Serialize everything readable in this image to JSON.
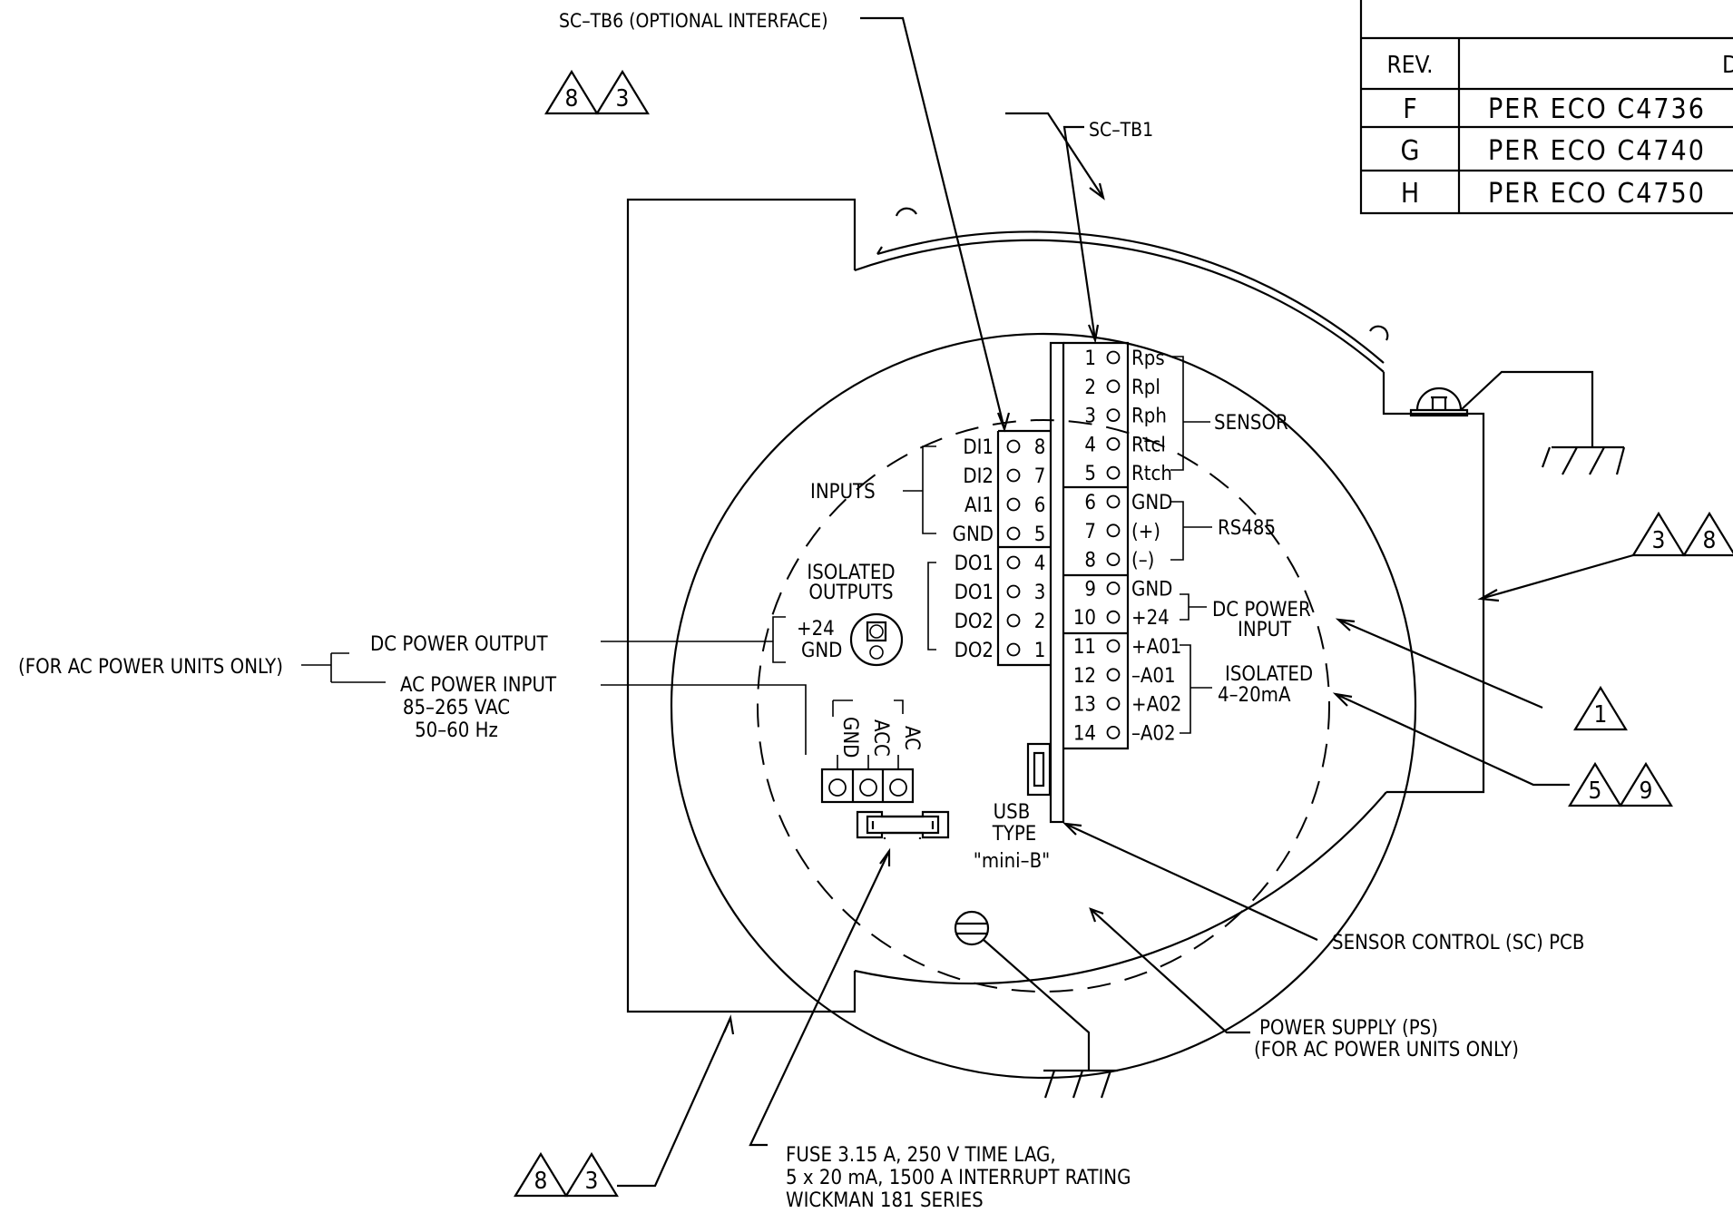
{
  "labels": {
    "sc_tb6": "SC–TB6 (OPTIONAL INTERFACE)",
    "sc_tb1": "SC–TB1",
    "sensor": "SENSOR",
    "rs485": "RS485",
    "dc_power_input_1": "DC POWER",
    "dc_power_input_2": "INPUT",
    "isolated_4_20_1": "ISOLATED",
    "isolated_4_20_2": "4–20mA",
    "inputs": "INPUTS",
    "isolated_outputs_1": "ISOLATED",
    "isolated_outputs_2": "OUTPUTS",
    "for_ac_units": "(FOR AC POWER UNITS ONLY)",
    "dc_power_output": "DC POWER OUTPUT",
    "ac_power_input": "AC POWER INPUT",
    "vac": "85–265 VAC",
    "hz": "50–60 Hz",
    "plus24": "+24",
    "gnd": "GND",
    "usb_1": "USB",
    "usb_2": "TYPE",
    "usb_3": "\"mini–B\"",
    "sc_pcb": "SENSOR CONTROL (SC) PCB",
    "ps_1": "POWER SUPPLY (PS)",
    "ps_2": "(FOR AC POWER UNITS ONLY)",
    "fuse_1": "FUSE 3.15 A, 250 V TIME LAG,",
    "fuse_2": "5 x 20 mA, 1500 A INTERRUPT RATING",
    "fuse_3": "WICKMAN 181 SERIES"
  },
  "power_terminals": [
    "GND",
    "ACC",
    "AC"
  ],
  "tb6_inputs": [
    {
      "num": "8",
      "label": "DI1"
    },
    {
      "num": "7",
      "label": "DI2"
    },
    {
      "num": "6",
      "label": "AI1"
    },
    {
      "num": "5",
      "label": "GND"
    }
  ],
  "tb6_outputs": [
    {
      "num": "4",
      "label": "DO1"
    },
    {
      "num": "3",
      "label": "DO1"
    },
    {
      "num": "2",
      "label": "DO2"
    },
    {
      "num": "1",
      "label": "DO2"
    }
  ],
  "tb1": [
    {
      "num": "1",
      "label": "Rps"
    },
    {
      "num": "2",
      "label": "Rpl"
    },
    {
      "num": "3",
      "label": "Rph"
    },
    {
      "num": "4",
      "label": "Rtcl"
    },
    {
      "num": "5",
      "label": "Rtch"
    },
    {
      "num": "6",
      "label": "GND"
    },
    {
      "num": "7",
      "label": "(+)"
    },
    {
      "num": "8",
      "label": "(–)"
    },
    {
      "num": "9",
      "label": "GND"
    },
    {
      "num": "10",
      "label": "+24"
    },
    {
      "num": "11",
      "label": "+A01"
    },
    {
      "num": "12",
      "label": "–A01"
    },
    {
      "num": "13",
      "label": "+A02"
    },
    {
      "num": "14",
      "label": "–A02"
    }
  ],
  "revision_table": {
    "headers": [
      "REV.",
      "D"
    ],
    "rows": [
      [
        "F",
        "PER ECO C4736"
      ],
      [
        "G",
        "PER ECO C4740"
      ],
      [
        "H",
        "PER ECO C4750"
      ]
    ]
  },
  "triangles": {
    "top_left": [
      "8",
      "3"
    ],
    "right": [
      "3",
      "8"
    ],
    "right_1": [
      "1"
    ],
    "right_5_9": [
      "5",
      "9"
    ],
    "bottom_left": [
      "8",
      "3"
    ]
  }
}
